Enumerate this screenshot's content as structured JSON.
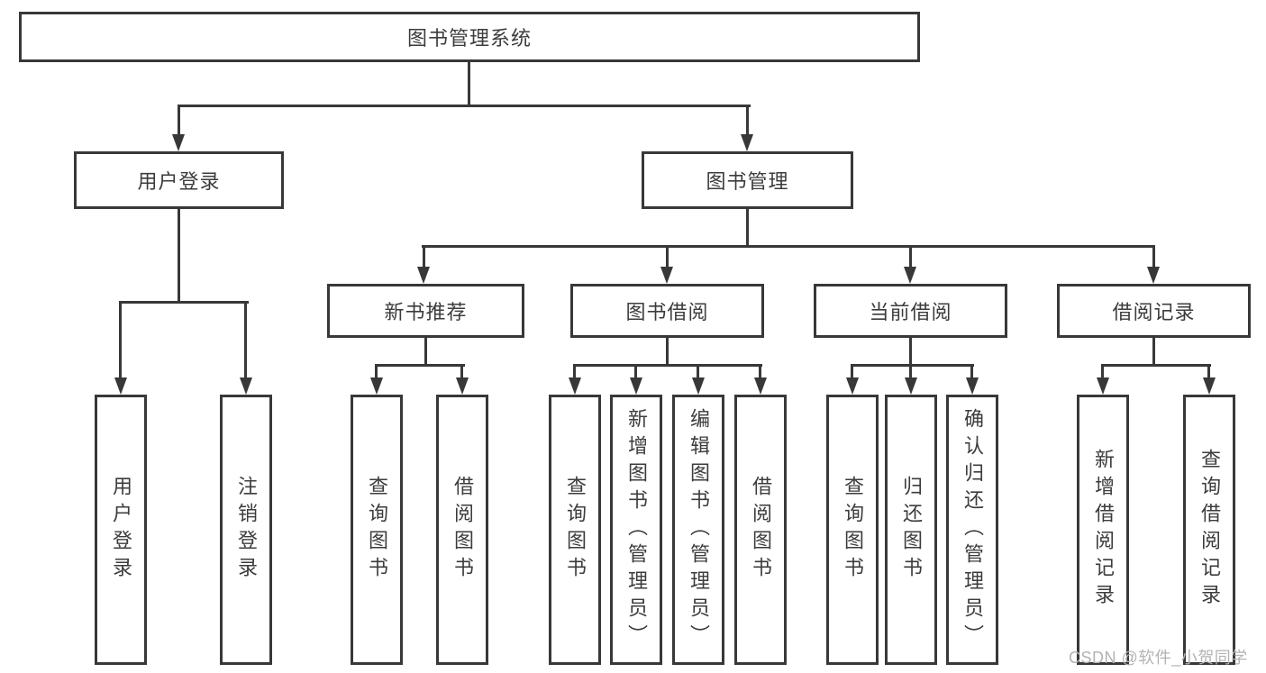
{
  "nodes": {
    "root": "图书管理系统",
    "level2": {
      "user_login": "用户登录",
      "book_management": "图书管理"
    },
    "level3": {
      "new_book_recommend": "新书推荐",
      "book_borrowing": "图书借阅",
      "current_borrowing": "当前借阅",
      "borrowing_records": "借阅记录"
    },
    "leaves": {
      "user_login": [
        "用户登录",
        "注销登录"
      ],
      "new_book_recommend": [
        "查询图书",
        "借阅图书"
      ],
      "book_borrowing": [
        "查询图书",
        "新增图书（管理员）",
        "编辑图书（管理员）",
        "借阅图书"
      ],
      "current_borrowing": [
        "查询图书",
        "归还图书",
        "确认归还（管理员）"
      ],
      "borrowing_records": [
        "新增借阅记录",
        "查询借阅记录"
      ]
    }
  },
  "watermark": {
    "text": "CSDN @软件_小贺同学",
    "color": "#b3b3b3"
  },
  "colors": {
    "line": "#383838",
    "text": "#3c3c3c",
    "background": "#ffffff"
  }
}
